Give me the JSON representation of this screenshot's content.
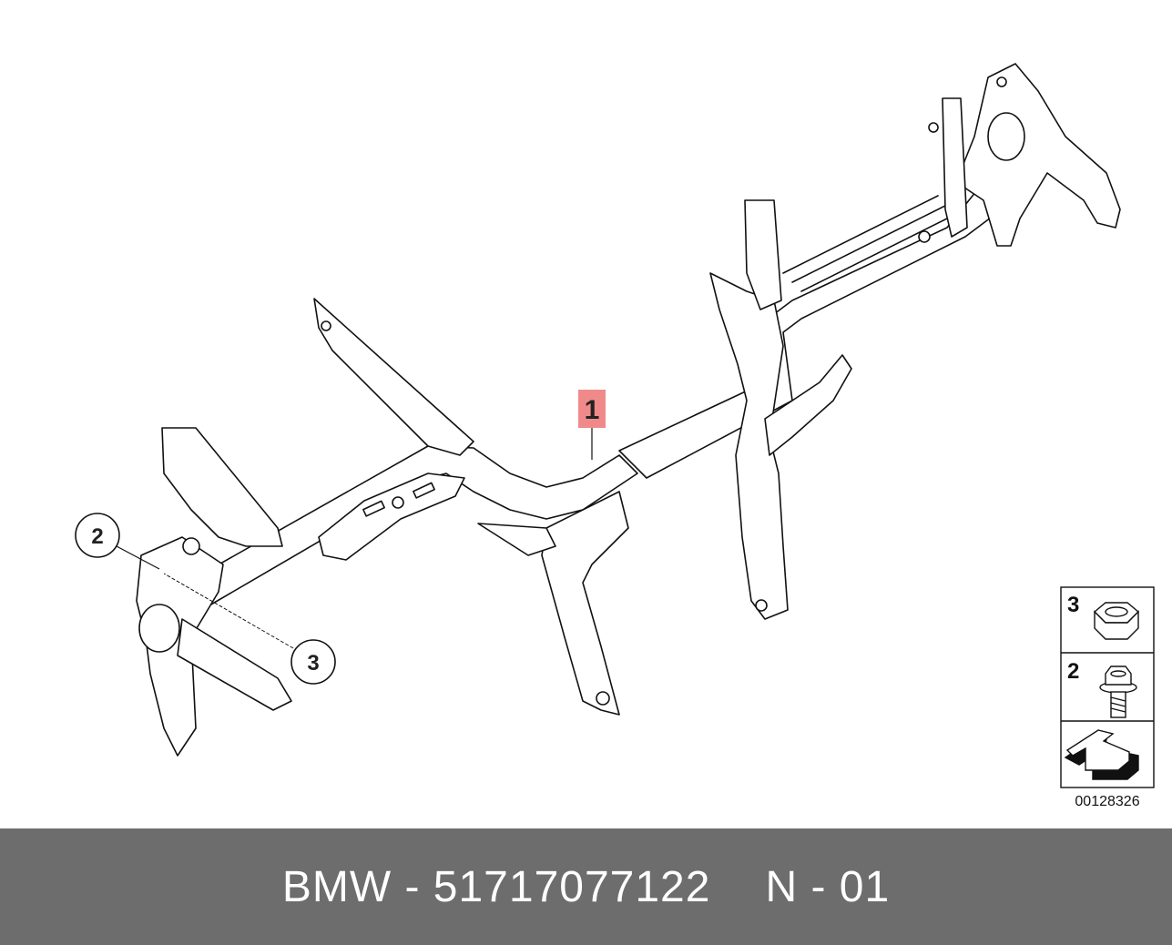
{
  "diagram": {
    "callouts": [
      {
        "id": "callout-1",
        "label": "1"
      },
      {
        "id": "callout-2",
        "label": "2"
      },
      {
        "id": "callout-3",
        "label": "3"
      }
    ],
    "legend": {
      "items": [
        {
          "number": "3",
          "icon": "hex-nut-icon"
        },
        {
          "number": "2",
          "icon": "hex-flange-bolt-icon"
        },
        {
          "number": "",
          "icon": "direction-arrow-icon"
        }
      ],
      "reference_id": "00128326"
    },
    "colors": {
      "line": "#111111",
      "highlight": "#f08a8a",
      "footer_bg": "#6d6d6d",
      "footer_text": "#ffffff"
    }
  },
  "footer": {
    "part_label": "BMW - 51717077122",
    "position_label": "N - 01"
  }
}
